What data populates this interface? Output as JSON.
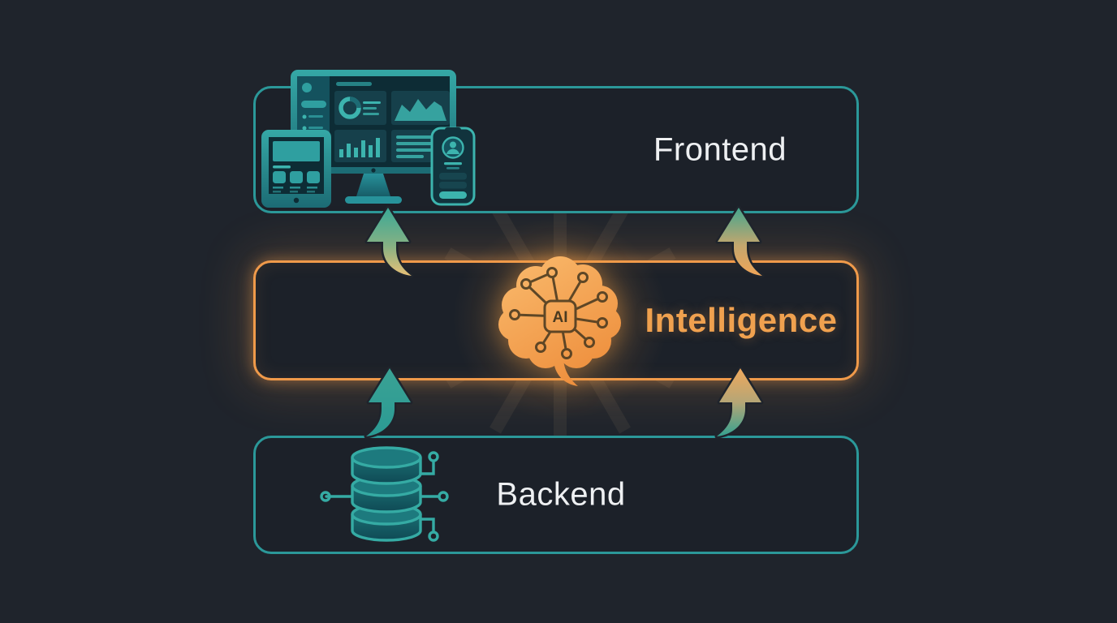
{
  "diagram": {
    "layers": [
      {
        "id": "frontend",
        "label": "Frontend",
        "accent": "#2b9899",
        "icon": "devices-illustration"
      },
      {
        "id": "intelligence",
        "label": "Intelligence",
        "accent": "#f09a4a",
        "icon": "ai-brain-chip"
      },
      {
        "id": "backend",
        "label": "Backend",
        "accent": "#2b9899",
        "icon": "database-circuit"
      }
    ],
    "ai_chip_label": "AI",
    "arrows": [
      {
        "from": "backend",
        "to": "intelligence",
        "side": "left"
      },
      {
        "from": "backend",
        "to": "intelligence",
        "side": "right"
      },
      {
        "from": "intelligence",
        "to": "frontend",
        "side": "left"
      },
      {
        "from": "intelligence",
        "to": "frontend",
        "side": "right"
      }
    ],
    "colors": {
      "background": "#1f242c",
      "box_fill": "#1c2129",
      "teal": "#2b9899",
      "teal_bright": "#3cb4ae",
      "orange": "#f09a4a",
      "orange_text": "#f0a14f",
      "text_light": "#eef0f2"
    }
  }
}
